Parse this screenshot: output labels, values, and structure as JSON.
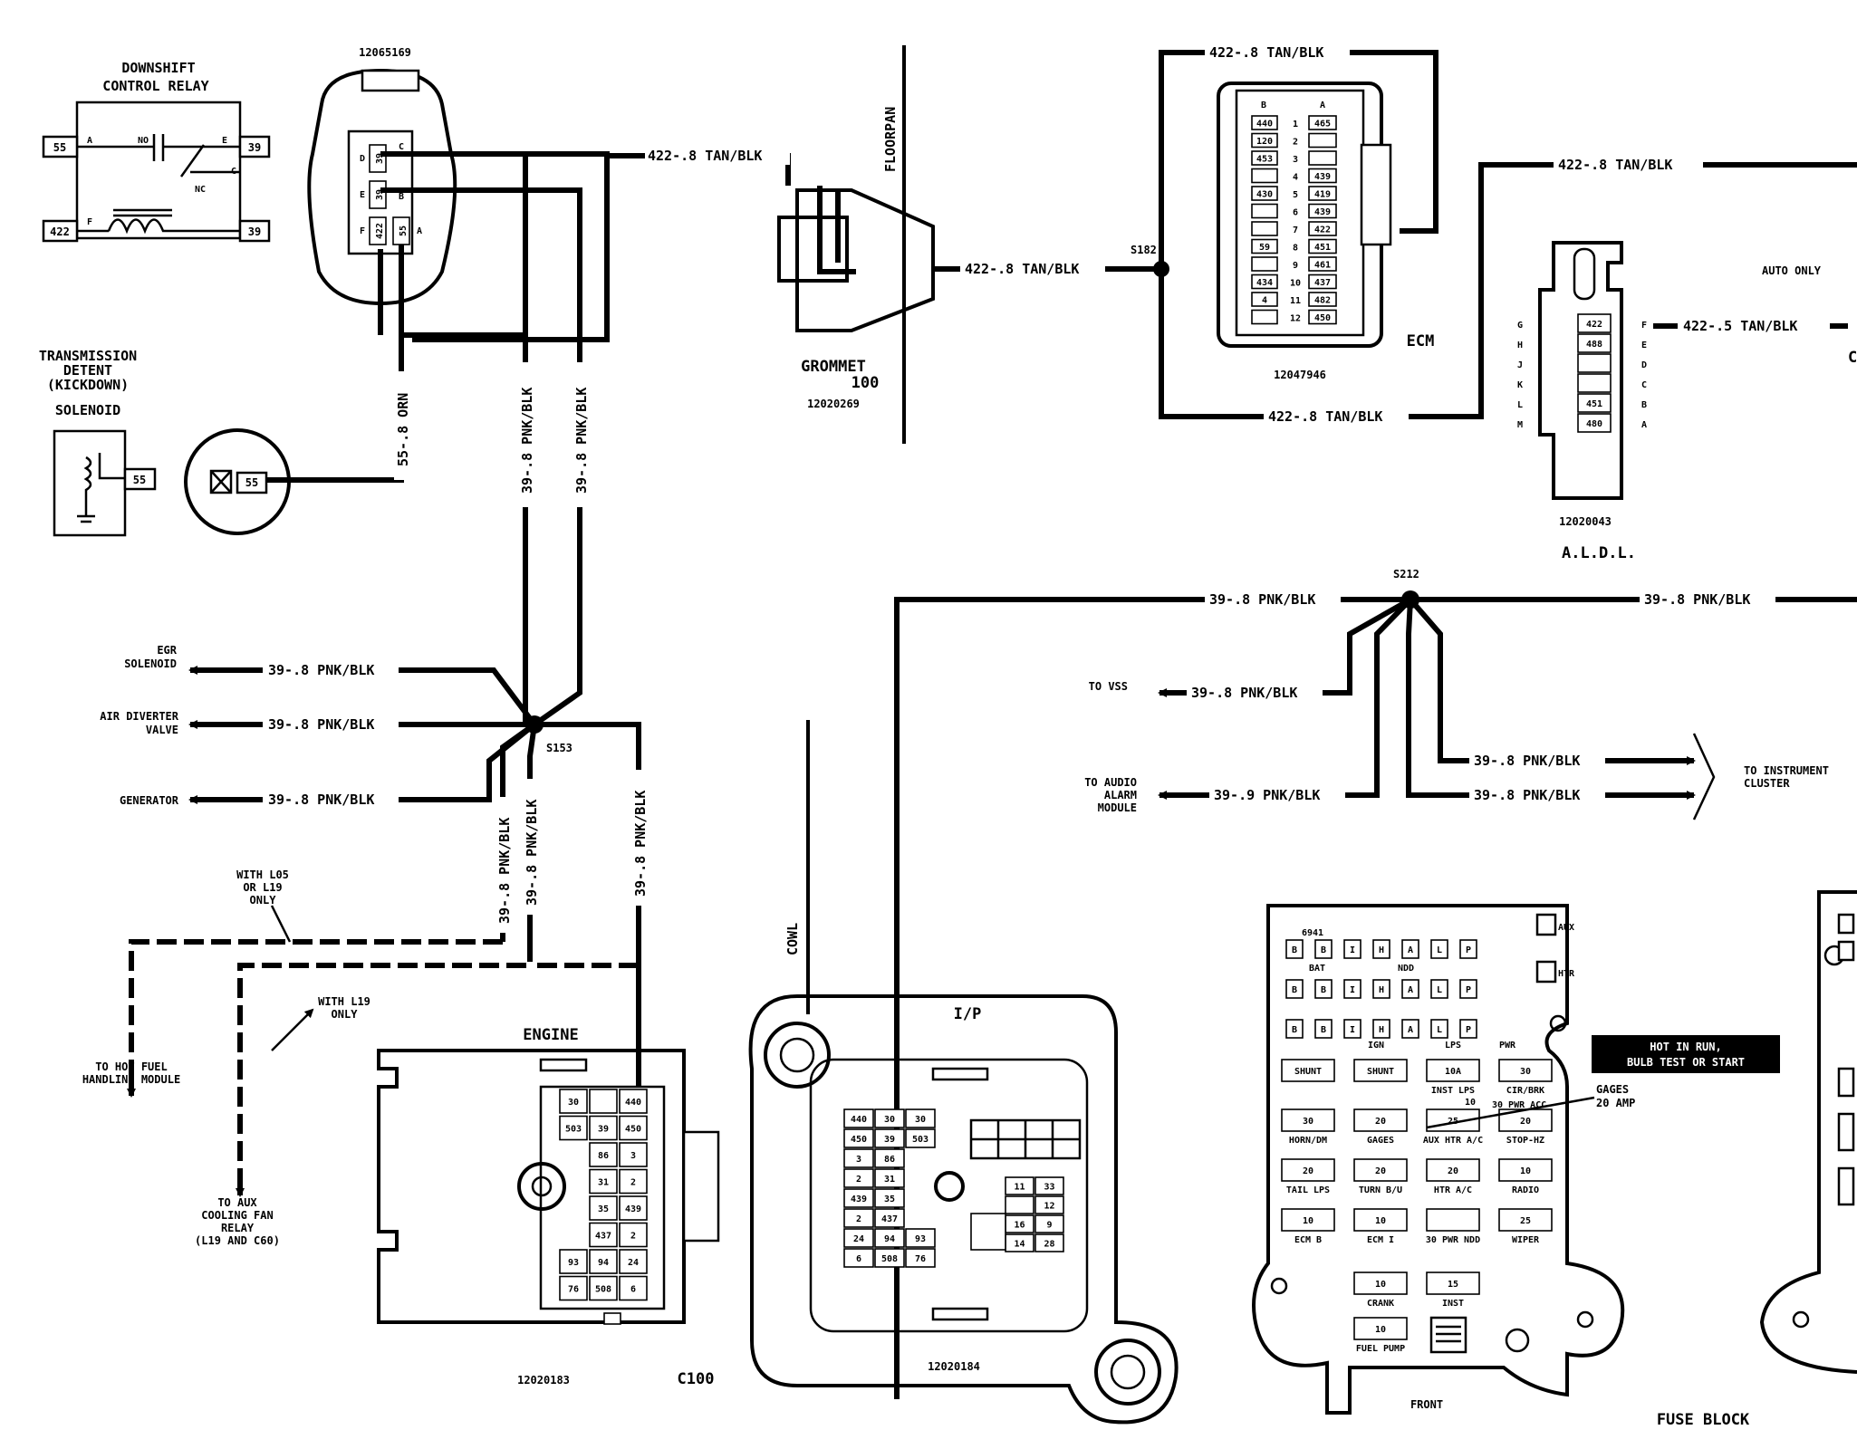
{
  "components": {
    "downshift_relay": {
      "title1": "DOWNSHIFT",
      "title2": "CONTROL RELAY",
      "pin_a": "A",
      "pin_f": "F",
      "pin_e": "E",
      "pin_c": "C",
      "no": "NO",
      "nc": "NC",
      "wire_55": "55",
      "wire_422": "422",
      "wire_39a": "39",
      "wire_39b": "39"
    },
    "connector_12065169": {
      "part": "12065169",
      "pins": [
        "D",
        "C",
        "E",
        "B",
        "F",
        "A"
      ],
      "wires": [
        "39",
        "39",
        "422",
        "55"
      ]
    },
    "trans_solenoid": {
      "title": [
        "TRANSMISSION",
        "DETENT",
        "(KICKDOWN)",
        "SOLENOID"
      ],
      "wire_a": "55",
      "wire_b": "55"
    },
    "grommet": {
      "title": "GROMMET",
      "number": "100",
      "part": "12020269"
    },
    "floorpan": "FLOORPAN",
    "cowl": "COWL",
    "splices": {
      "s182": "S182",
      "s153": "S153",
      "s212": "S212"
    },
    "ecm": {
      "label": "ECM",
      "part": "12047946",
      "col_b": "B",
      "col_a": "A",
      "rows": [
        {
          "n": "1",
          "b": "440",
          "a": "465"
        },
        {
          "n": "2",
          "b": "120",
          "a": ""
        },
        {
          "n": "3",
          "b": "453",
          "a": ""
        },
        {
          "n": "4",
          "b": "",
          "a": "439"
        },
        {
          "n": "5",
          "b": "430",
          "a": "419"
        },
        {
          "n": "6",
          "b": "",
          "a": "439"
        },
        {
          "n": "7",
          "b": "",
          "a": "422"
        },
        {
          "n": "8",
          "b": "59",
          "a": "451"
        },
        {
          "n": "9",
          "b": "",
          "a": "461"
        },
        {
          "n": "10",
          "b": "434",
          "a": "437"
        },
        {
          "n": "11",
          "b": "4",
          "a": "482"
        },
        {
          "n": "12",
          "b": "",
          "a": "450"
        }
      ]
    },
    "aldl": {
      "label": "A.L.D.L.",
      "part": "12020043",
      "auto_only": "AUTO ONLY",
      "left_pins": [
        "G",
        "H",
        "J",
        "K",
        "L",
        "M"
      ],
      "right_pins": [
        "F",
        "E",
        "D",
        "C",
        "B",
        "A"
      ],
      "cells": [
        "422",
        "488",
        "",
        "",
        "451",
        "480"
      ],
      "side_letter": "C"
    },
    "engine_connector": {
      "label": "ENGINE",
      "c100": "C100",
      "part": "12020183",
      "rows": [
        [
          "30",
          "",
          "440"
        ],
        [
          "503",
          "39",
          "450"
        ],
        [
          "",
          "86",
          "3"
        ],
        [
          "",
          "31",
          "2"
        ],
        [
          "",
          "35",
          "439"
        ],
        [
          "",
          "437",
          "2"
        ],
        [
          "93",
          "94",
          "24"
        ],
        [
          "76",
          "508",
          "6"
        ]
      ]
    },
    "ip_connector": {
      "label": "I/P",
      "part": "12020184",
      "rows": [
        [
          "440",
          "30",
          "30"
        ],
        [
          "450",
          "39",
          "503"
        ],
        [
          "3",
          "86",
          ""
        ],
        [
          "2",
          "31",
          ""
        ],
        [
          "439",
          "35",
          ""
        ],
        [
          "2",
          "437",
          ""
        ],
        [
          "24",
          "94",
          "93"
        ],
        [
          "6",
          "508",
          "76"
        ]
      ],
      "right": [
        [
          "11",
          "33"
        ],
        [
          "",
          "12"
        ],
        [
          "16",
          "9"
        ],
        [
          "14",
          "28"
        ]
      ]
    },
    "fuse_block": {
      "title": "FUSE BLOCK",
      "front": "FRONT",
      "hot_note": [
        "HOT IN RUN,",
        "BULB TEST OR START"
      ],
      "gages_note": [
        "GAGES",
        "20 AMP"
      ],
      "top_id": "6941",
      "bat": "BAT",
      "ndd": "NDD",
      "ign": "IGN",
      "lps": "LPS",
      "pwr": "PWR",
      "aux": "AUX",
      "htr": "HTR",
      "rows": [
        [
          {
            "v": "SHUNT",
            "n": ""
          },
          {
            "v": "SHUNT",
            "n": ""
          },
          {
            "v": "10A",
            "n": "INST LPS"
          },
          {
            "v": "30",
            "n": "CIR/BRK"
          }
        ],
        [
          {
            "v": "30",
            "n": "HORN/DM"
          },
          {
            "v": "20",
            "n": "GAGES"
          },
          {
            "v": "25",
            "n": "AUX HTR A/C"
          },
          {
            "v": "20",
            "n": "STOP-HZ"
          }
        ],
        [
          {
            "v": "20",
            "n": "TAIL LPS"
          },
          {
            "v": "20",
            "n": "TURN B/U"
          },
          {
            "v": "20",
            "n": "HTR A/C"
          },
          {
            "v": "10",
            "n": "RADIO"
          }
        ],
        [
          {
            "v": "10",
            "n": "ECM B"
          },
          {
            "v": "10",
            "n": "ECM I"
          },
          {
            "v": "",
            "n": "30 PWR NDD"
          },
          {
            "v": "25",
            "n": "WIPER"
          }
        ]
      ],
      "bottom": [
        {
          "v": "15",
          "n": "INST"
        },
        {
          "v": "10",
          "n": "CRANK"
        },
        {
          "v": "10",
          "n": "FUEL PUMP"
        }
      ],
      "top_sub": [
        "10",
        "30 PWR ACC"
      ]
    }
  },
  "wire_labels": {
    "tanblk_8": "422-.8 TAN/BLK",
    "tanblk_5": "422-.5 TAN/BLK",
    "orn": "55-.8 ORN",
    "pnkblk": "39-.8 PNK/BLK",
    "pnkblk_9": "39-.9 PNK/BLK"
  },
  "destinations": {
    "egr": [
      "EGR",
      "SOLENOID"
    ],
    "air": [
      "AIR DIVERTER",
      "VALVE"
    ],
    "gen": "GENERATOR",
    "hot_fuel": [
      "TO HOT FUEL",
      "HANDLING MODULE"
    ],
    "aux_fan": [
      "TO AUX",
      "COOLING FAN",
      "RELAY",
      "(L19 AND C60)"
    ],
    "with_l05": [
      "WITH L05",
      "OR L19",
      "ONLY"
    ],
    "with_l19": [
      "WITH L19",
      "ONLY"
    ],
    "vss": "TO VSS",
    "audio": [
      "TO AUDIO",
      "ALARM",
      "MODULE"
    ],
    "cluster": [
      "TO INSTRUMENT",
      "CLUSTER"
    ]
  }
}
